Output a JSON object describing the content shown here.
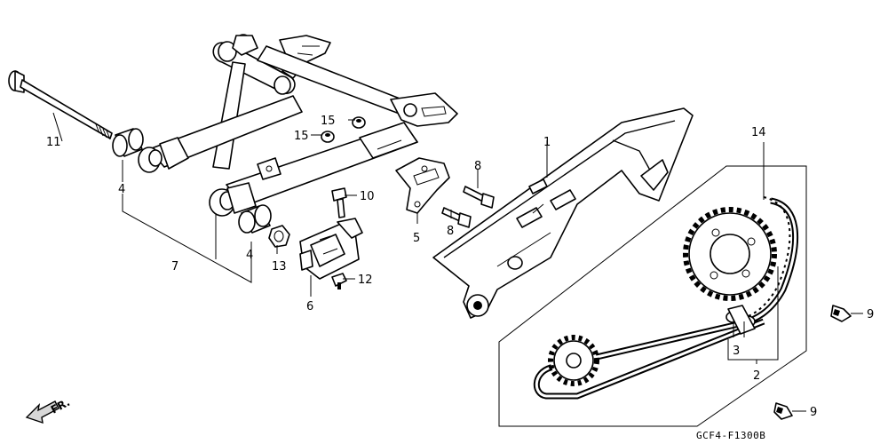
{
  "diagram": {
    "code": "GCF4-F1300B",
    "direction_label": "FR.",
    "callouts": {
      "c1": "1",
      "c2": "2",
      "c3": "3",
      "c4a": "4",
      "c4b": "4",
      "c5": "5",
      "c6": "6",
      "c7": "7",
      "c8a": "8",
      "c8b": "8",
      "c9a": "9",
      "c9b": "9",
      "c10": "10",
      "c11": "11",
      "c12": "12",
      "c13": "13",
      "c14": "14",
      "c15a": "15",
      "c15b": "15"
    }
  }
}
